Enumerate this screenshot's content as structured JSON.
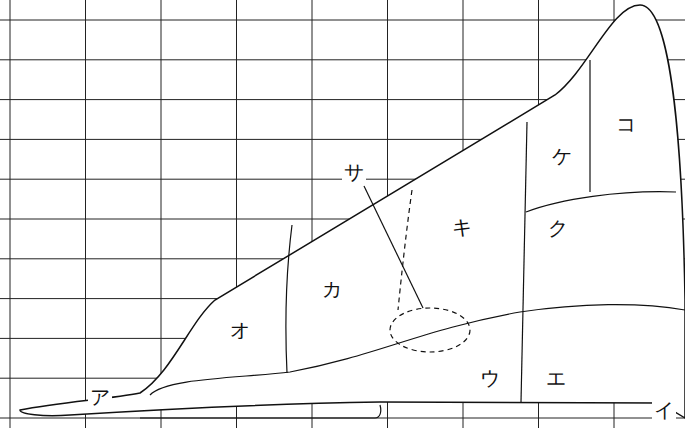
{
  "diagram": {
    "labels": [
      "コ",
      "ケ",
      "サ",
      "キ",
      "ク",
      "カ",
      "オ",
      "ウ",
      "エ",
      "ア",
      "イ"
    ]
  }
}
